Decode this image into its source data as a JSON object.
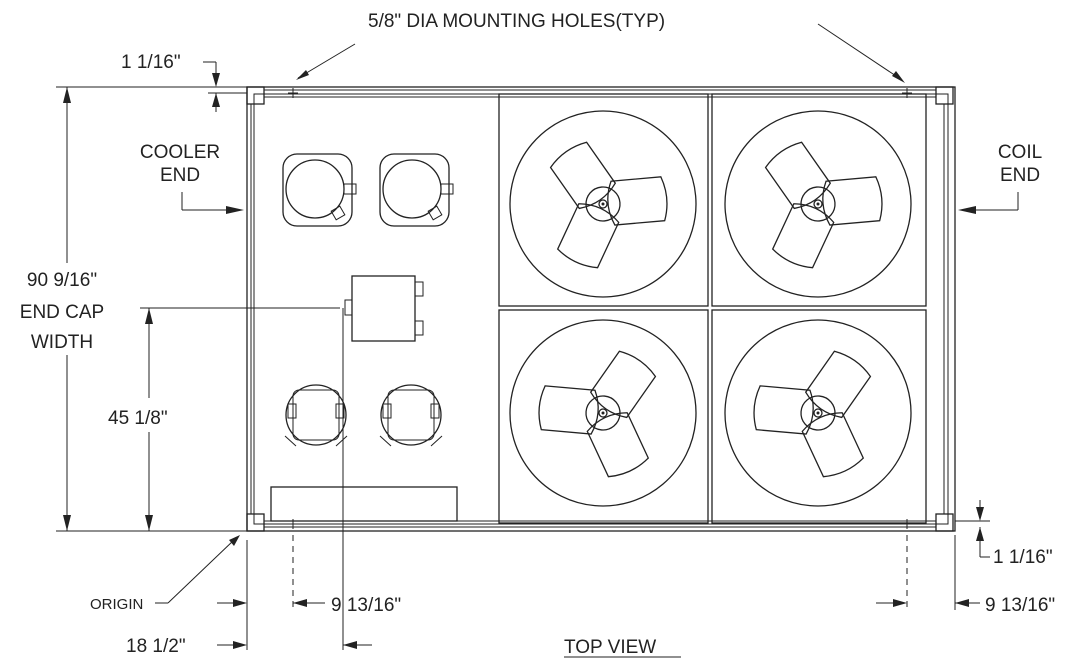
{
  "labels": {
    "mounting_holes": "5/8\" DIA MOUNTING HOLES(TYP)",
    "dim_top_offset": "1 1/16\"",
    "cooler_end_1": "COOLER",
    "cooler_end_2": "END",
    "coil_end_1": "COIL",
    "coil_end_2": "END",
    "width_1": "90 9/16\"",
    "width_2": "END CAP",
    "width_3": "WIDTH",
    "dim_45": "45 1/8\"",
    "dim_bottom_offset": "1 1/16\"",
    "origin": "ORIGIN",
    "dim_9_left": "9 13/16\"",
    "dim_9_right": "9 13/16\"",
    "dim_18": "18 1/2\"",
    "view_title": "TOP VIEW"
  },
  "fans": [
    {
      "name": "fan-top-left"
    },
    {
      "name": "fan-top-right"
    },
    {
      "name": "fan-bottom-left"
    },
    {
      "name": "fan-bottom-right"
    }
  ],
  "compressors": [
    {
      "name": "compressor-top-left"
    },
    {
      "name": "compressor-top-right"
    },
    {
      "name": "compressor-bottom-left"
    },
    {
      "name": "compressor-bottom-right"
    }
  ]
}
